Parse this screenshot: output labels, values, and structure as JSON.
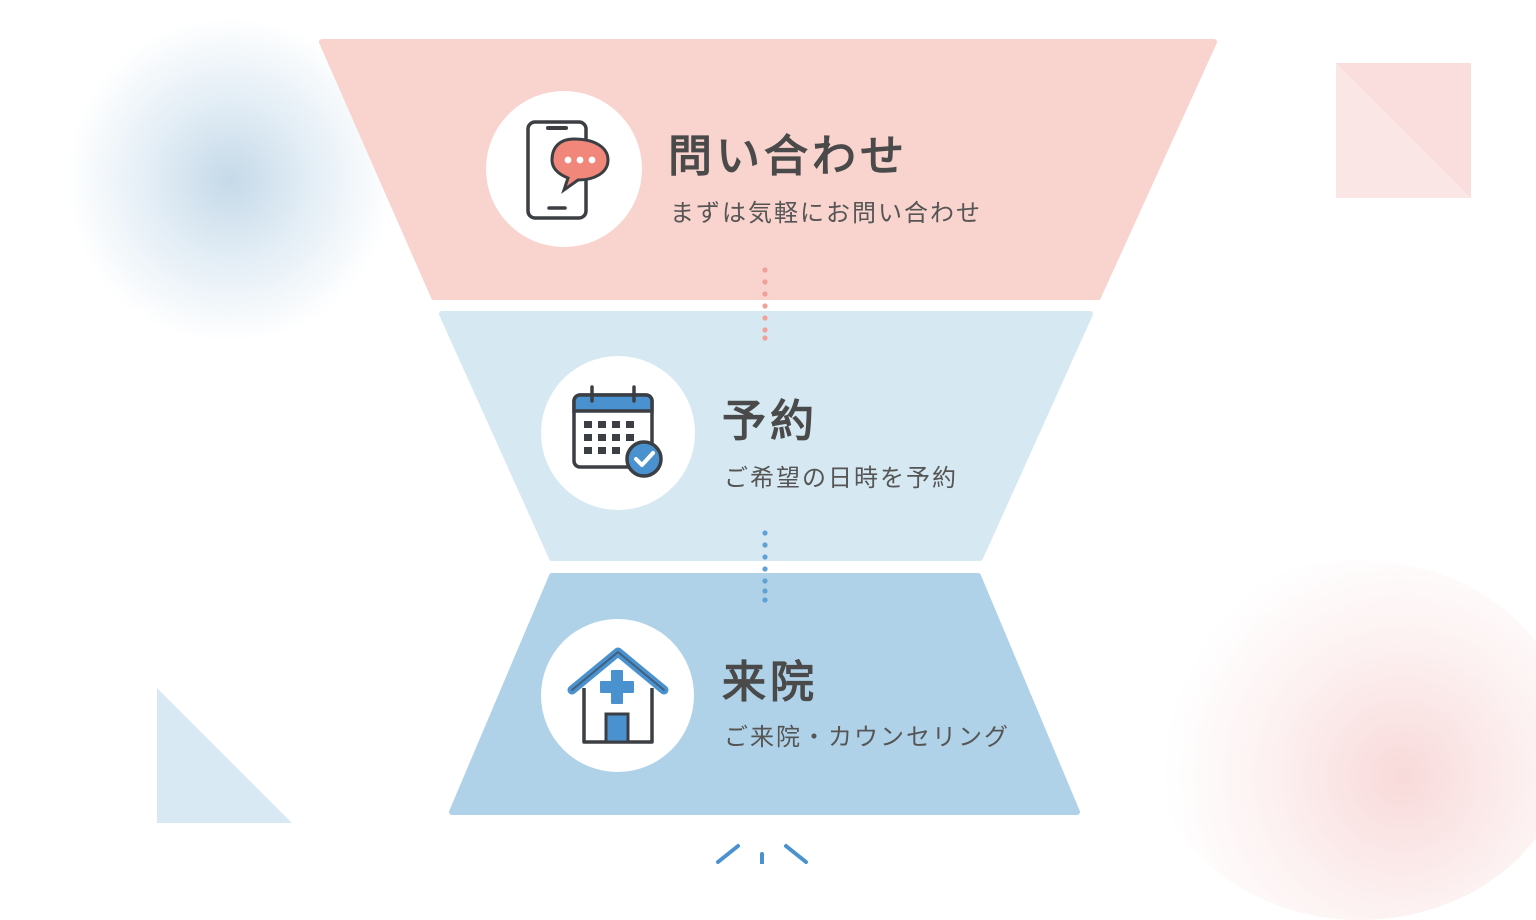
{
  "colors": {
    "stage1_fill": "#f9d3cd",
    "stage2_fill": "#d6e8f2",
    "stage3_fill": "#b0d2e8",
    "accent_pink": "#f1877a",
    "accent_blue": "#4a92cf",
    "text_dark": "#4a4a4a"
  },
  "stages": [
    {
      "title": "問い合わせ",
      "subtitle": "まずは気軽にお問い合わせ",
      "icon": "smartphone-chat-icon"
    },
    {
      "title": "予約",
      "subtitle": "ご希望の日時を予約",
      "icon": "calendar-check-icon"
    },
    {
      "title": "来院",
      "subtitle": "ご来院・カウンセリング",
      "icon": "clinic-house-icon"
    }
  ]
}
